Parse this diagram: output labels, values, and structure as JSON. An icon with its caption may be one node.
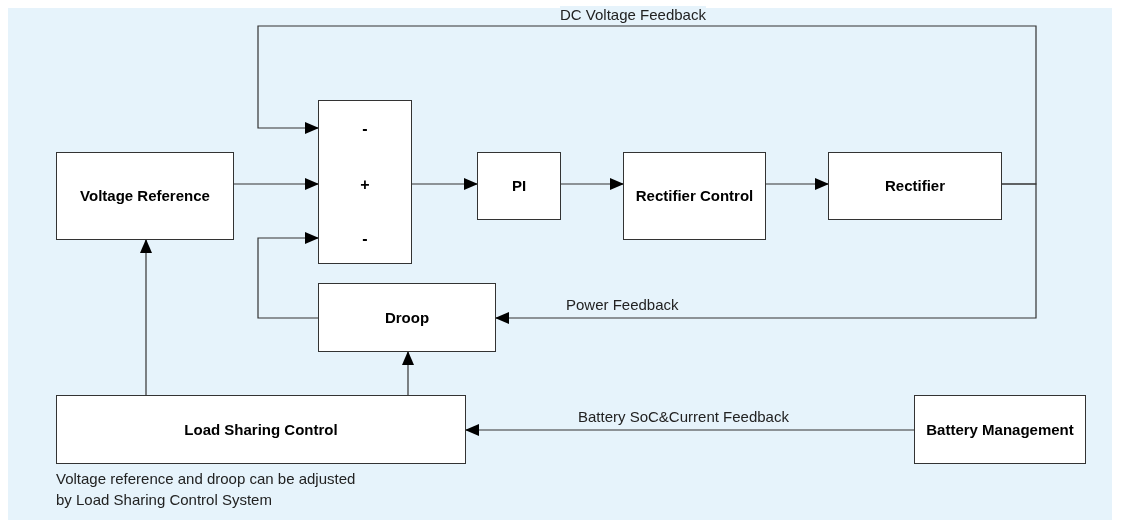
{
  "diagram": {
    "nodes": [
      {
        "text": [
          "Voltage Reference"
        ]
      },
      {
        "text": [
          "-",
          "+",
          "-"
        ]
      },
      {
        "text": [
          "PI"
        ]
      },
      {
        "text": [
          "Rectifier Control"
        ]
      },
      {
        "text": [
          "Rectifier"
        ]
      },
      {
        "text": [
          "Droop"
        ]
      },
      {
        "text": [
          "Load Sharing Control"
        ],
        "beside": [
          "Voltage reference and droop can be adjusted by Load Sharing Control System"
        ]
      },
      {
        "text": [
          "Battery Management"
        ]
      }
    ],
    "edges": [
      {
        "from": 4,
        "to": 1,
        "arrow": "to",
        "label": "DC Voltage Feedback"
      },
      {
        "from": 0,
        "to": 1,
        "arrow": "to"
      },
      {
        "from": 5,
        "to": 1,
        "arrow": "to"
      },
      {
        "from": 1,
        "to": 2,
        "arrow": "to"
      },
      {
        "from": 2,
        "to": 3,
        "arrow": "to"
      },
      {
        "from": 3,
        "to": 4,
        "arrow": "to"
      },
      {
        "from": 4,
        "to": 5,
        "arrow": "to",
        "label": "Power Feedback"
      },
      {
        "from": 6,
        "to": 0,
        "arrow": "to"
      },
      {
        "from": 6,
        "to": 5,
        "arrow": "to"
      },
      {
        "from": 7,
        "to": 6,
        "arrow": "to",
        "label": "Battery SoC&Current Feedback"
      }
    ]
  }
}
